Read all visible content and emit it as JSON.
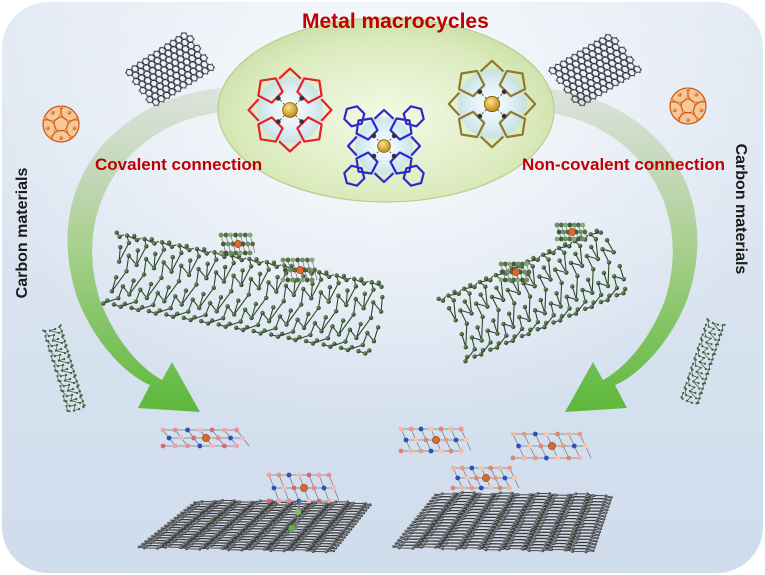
{
  "labels": {
    "title": "Metal macrocycles",
    "covalent": "Covalent connection",
    "non_covalent": "Non-covalent connection",
    "carbon_left": "Carbon materials",
    "carbon_right": "Carbon materials"
  },
  "colors": {
    "title_text": "#c00000",
    "left_macrocycle": "#e8202a",
    "middle_macrocycle": "#2a2acc",
    "right_macrocycle": "#8e7a2e",
    "nanotube": "#2d4a2a",
    "sheet": "#3a3a3a",
    "arrow_green": "#5cb83a",
    "metal_center": "#d4a017"
  }
}
